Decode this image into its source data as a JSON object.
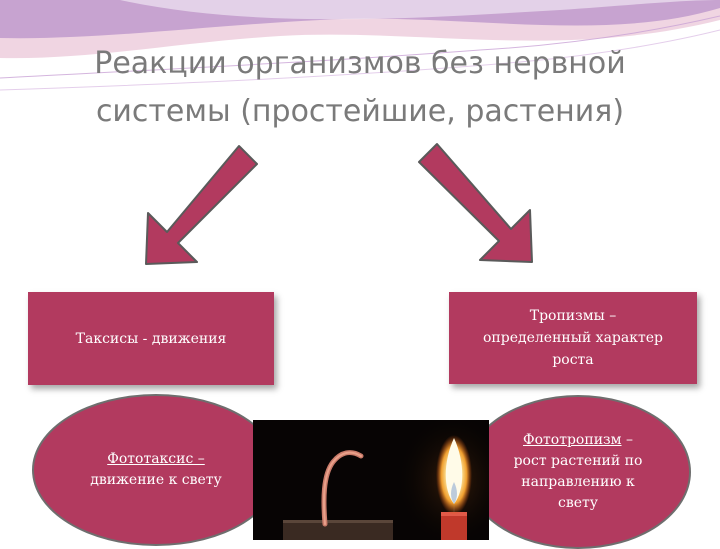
{
  "title": {
    "line1": "Реакции организмов без нервной",
    "line2": "системы (простейшие, растения)"
  },
  "left_box": {
    "text": "Таксисы - движения"
  },
  "right_box": {
    "line1": "Тропизмы –",
    "line2": "определенный характер",
    "line3": "роста"
  },
  "left_ellipse": {
    "term": "Фототаксис –",
    "definition": "движение к свету"
  },
  "right_ellipse": {
    "term": "Фототропизм",
    "dash": " –",
    "line2": "рост растений по",
    "line3": "направлению к",
    "line4": "свету"
  },
  "colors": {
    "accent": "#b23a5f",
    "title": "#7a7a7a",
    "decor_purple": "#b088c6",
    "decor_pink": "#e9c3d6"
  },
  "image": {
    "subject": "photo-plant-bending-to-candle"
  }
}
